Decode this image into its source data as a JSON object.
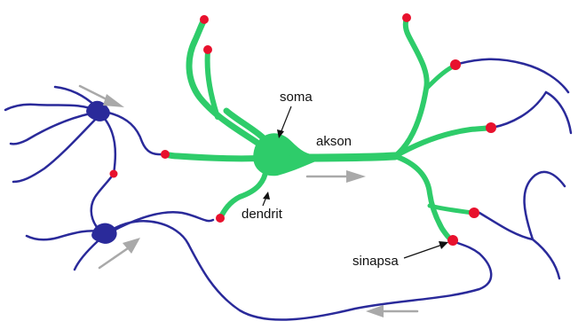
{
  "labels": {
    "soma": "soma",
    "akson": "akson",
    "dendrit": "dendrit",
    "sinapsa": "sinapsa"
  },
  "colors": {
    "neuron_main": "#2ecc6a",
    "neuron_main_dark": "#22b558",
    "neighbor_neuron": "#2a2a9a",
    "synapse": "#e8112d",
    "signal_arrow": "#a9a9a9",
    "pointer": "#111111",
    "background": "#ffffff"
  }
}
